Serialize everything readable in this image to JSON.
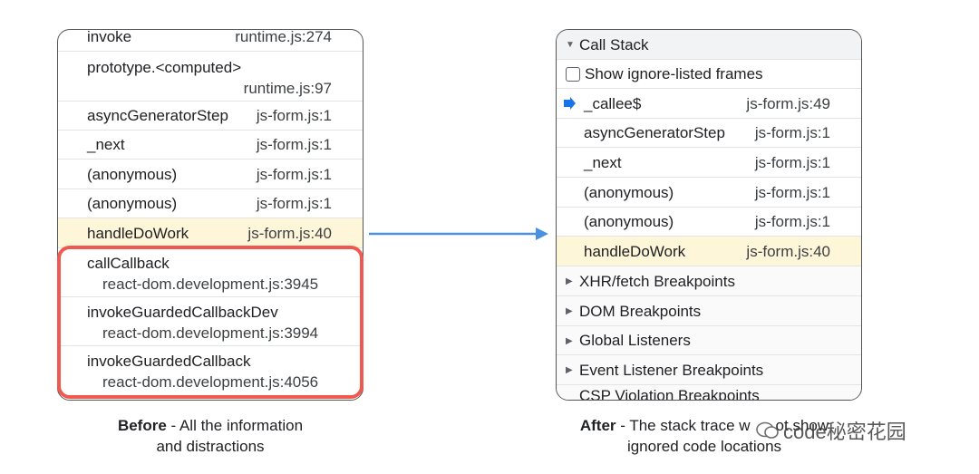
{
  "before": {
    "frames": [
      {
        "fn": "invoke",
        "loc": "runtime.js:274"
      },
      {
        "fn": "prototype.<computed>",
        "loc": "runtime.js:97"
      },
      {
        "fn": "asyncGeneratorStep",
        "loc": "js-form.js:1"
      },
      {
        "fn": "_next",
        "loc": "js-form.js:1"
      },
      {
        "fn": "(anonymous)",
        "loc": "js-form.js:1"
      },
      {
        "fn": "(anonymous)",
        "loc": "js-form.js:1"
      },
      {
        "fn": "handleDoWork",
        "loc": "js-form.js:40"
      },
      {
        "fn": "callCallback",
        "loc": "react-dom.development.js:3945"
      },
      {
        "fn": "invokeGuardedCallbackDev",
        "loc": "react-dom.development.js:3994"
      },
      {
        "fn": "invokeGuardedCallback",
        "loc": "react-dom.development.js:4056"
      }
    ],
    "caption_bold": "Before",
    "caption_rest": " - All the information",
    "caption_line2": "and distractions"
  },
  "after": {
    "header": "Call Stack",
    "show_ignored_label": "Show ignore-listed frames",
    "frames": [
      {
        "fn": "_callee$",
        "loc": "js-form.js:49"
      },
      {
        "fn": "asyncGeneratorStep",
        "loc": "js-form.js:1"
      },
      {
        "fn": "_next",
        "loc": "js-form.js:1"
      },
      {
        "fn": "(anonymous)",
        "loc": "js-form.js:1"
      },
      {
        "fn": "(anonymous)",
        "loc": "js-form.js:1"
      },
      {
        "fn": "handleDoWork",
        "loc": "js-form.js:40"
      }
    ],
    "sections": [
      "XHR/fetch Breakpoints",
      "DOM Breakpoints",
      "Global Listeners",
      "Event Listener Breakpoints",
      "CSP Violation Breakpoints"
    ],
    "caption_bold": "After",
    "caption_rest": " - The stack trace w",
    "caption_rest2": "ot show",
    "caption_line2": "ignored code locations"
  },
  "watermark": "code秘密花园",
  "colors": {
    "highlight": "#fef6d9",
    "red_box": "#ee5a50",
    "arrow": "#4a90e2"
  }
}
